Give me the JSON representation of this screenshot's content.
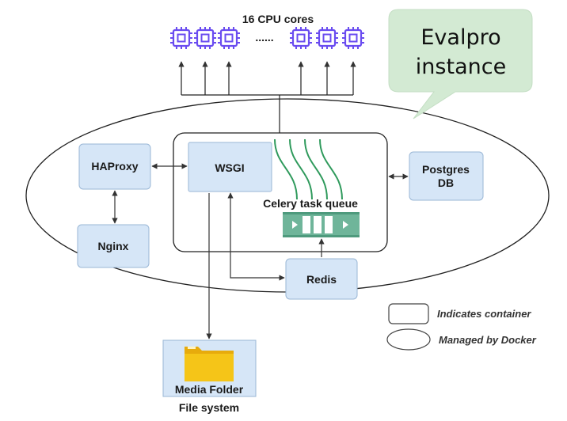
{
  "diagram": {
    "cpu_label": "16 CPU cores",
    "cpu_dots": "......",
    "callout_line1": "Evalpro",
    "callout_line2": "instance",
    "nodes": {
      "haproxy": "HAProxy",
      "nginx": "Nginx",
      "wsgi": "WSGI",
      "postgres_line1": "Postgres",
      "postgres_line2": "DB",
      "celery": "Celery task queue",
      "redis": "Redis",
      "media_folder": "Media Folder",
      "file_system": "File system"
    },
    "legend": {
      "container": "Indicates  container",
      "docker": "Managed by Docker"
    },
    "colors": {
      "box_fill": "#d6e6f7",
      "box_stroke": "#9ab7d6",
      "cpu_purple": "#6a4cf0",
      "celery_green": "#2f9a5c",
      "queue_teal": "#6fb59a",
      "callout_fill": "#d3ead3",
      "folder_yellow": "#f5c518"
    }
  }
}
